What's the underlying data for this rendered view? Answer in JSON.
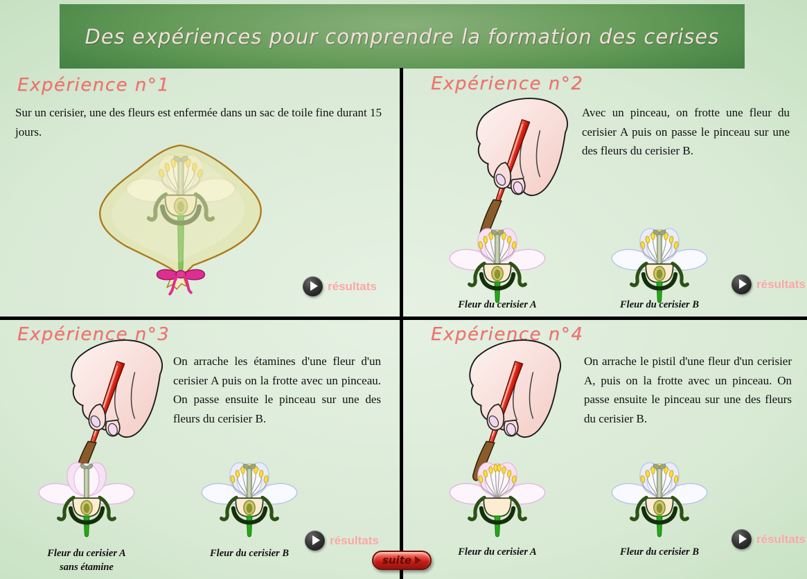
{
  "banner": {
    "title": "Des expériences pour comprendre la formation des cerises"
  },
  "experiments": [
    {
      "heading": "Expérience n°1",
      "description": "Sur un cerisier, une des fleurs est enfermée dans un sac de toile fine durant 15 jours.",
      "results_label": "résultats",
      "figure": {
        "name": "fleur enfermée dans un sac de toile",
        "variant": "white",
        "has_stamens": true,
        "has_pistil": true,
        "bagged": true
      }
    },
    {
      "heading": "Expérience n°2",
      "description": "Avec un pinceau, on frotte une fleur du cerisier A puis on passe le pinceau sur une des fleurs du cerisier B.",
      "results_label": "résultats",
      "flowers": [
        {
          "label": "Fleur du cerisier A",
          "variant": "pink",
          "has_stamens": true,
          "has_pistil": true
        },
        {
          "label": "Fleur du cerisier B",
          "variant": "blue",
          "has_stamens": true,
          "has_pistil": true
        }
      ]
    },
    {
      "heading": "Expérience n°3",
      "description": "On arrache les étamines d'une fleur d'un cerisier A puis on la frotte avec un pinceau. On passe ensuite le pinceau sur une des fleurs du cerisier B.",
      "results_label": "résultats",
      "flowers": [
        {
          "label": "Fleur du cerisier A",
          "sublabel": "sans étamine",
          "variant": "pink",
          "has_stamens": false,
          "has_pistil": true
        },
        {
          "label": "Fleur du cerisier B",
          "variant": "blue",
          "has_stamens": true,
          "has_pistil": true
        }
      ]
    },
    {
      "heading": "Expérience n°4",
      "description": "On arrache le pistil d'une fleur d'un cerisier A, puis on la frotte avec un pinceau. On passe ensuite le pinceau sur une des fleurs du cerisier B.",
      "results_label": "résultats",
      "flowers": [
        {
          "label": "Fleur du cerisier A",
          "variant": "pink",
          "has_stamens": true,
          "has_pistil": false
        },
        {
          "label": "Fleur du cerisier B",
          "variant": "blue",
          "has_stamens": true,
          "has_pistil": true
        }
      ]
    }
  ],
  "footer": {
    "suite_label": "suite"
  },
  "colors": {
    "background_green": "#bcdcb7",
    "banner_green": "#448344",
    "heading_coral": "#f2706d",
    "results_pink": "#f9a7a3",
    "suite_red": "#c51d17",
    "petal_pink_edge": "#e9b4e2",
    "petal_blue_edge": "#b9c2ec",
    "anther_yellow": "#f8dd3f",
    "ribbon_pink": "#dd2f90"
  }
}
